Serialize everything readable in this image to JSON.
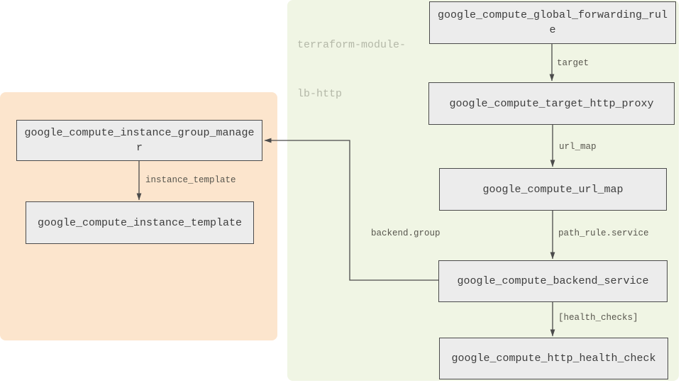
{
  "module": {
    "name_line1": "terraform-module-",
    "name_line2": "lb-http"
  },
  "nodes": {
    "global_forwarding_rule": {
      "label": "google_compute_global_forwarding_rule"
    },
    "target_http_proxy": {
      "label": "google_compute_target_http_proxy"
    },
    "url_map": {
      "label": "google_compute_url_map"
    },
    "backend_service": {
      "label": "google_compute_backend_service"
    },
    "http_health_check": {
      "label": "google_compute_http_health_check"
    },
    "instance_group_manager": {
      "label": "google_compute_instance_group_manager"
    },
    "instance_template": {
      "label": "google_compute_instance_template"
    }
  },
  "edges": {
    "target": {
      "label": "target"
    },
    "url_map": {
      "label": "url_map"
    },
    "path_rule_service": {
      "label": "path_rule.service"
    },
    "health_checks": {
      "label": "[health_checks]"
    },
    "backend_group": {
      "label": "backend.group"
    },
    "instance_template": {
      "label": "instance_template"
    }
  },
  "colors": {
    "green_bg": "#f0f5e4",
    "orange_bg": "#fce5cd",
    "node_fill": "#ececec",
    "node_border": "#4b4b4b",
    "node_text": "#3d3d3d",
    "edge_line": "#4b4b4b",
    "edge_label": "#57554d",
    "module_label": "#b4b8a8"
  }
}
